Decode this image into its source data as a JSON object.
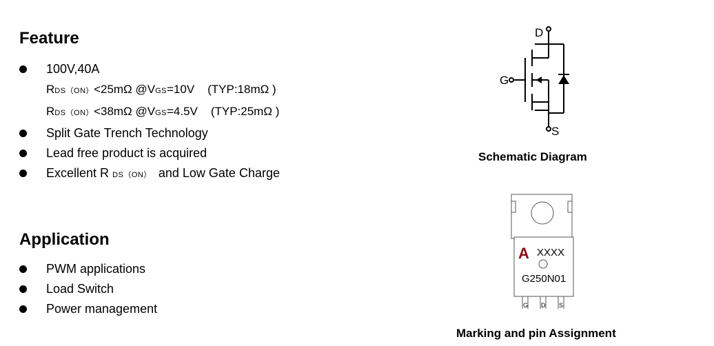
{
  "feature": {
    "heading": "Feature",
    "item1": "100V,40A",
    "rds1": {
      "r": "R",
      "sub": "DS（ON）",
      "val": "<25mΩ @V",
      "gs": "GS",
      "cond": "=10V",
      "typ": "(TYP:18mΩ )"
    },
    "rds2": {
      "r": "R",
      "sub": "DS（ON）",
      "val": "<38mΩ @V",
      "gs": "GS",
      "cond": "=4.5V",
      "typ": "(TYP:25mΩ )"
    },
    "item2": "Split Gate Trench Technology",
    "item3": "Lead free product is acquired",
    "item4": {
      "pre": "Excellent R",
      "sub": "DS（ON）",
      "post": "and Low Gate Charge"
    }
  },
  "application": {
    "heading": "Application",
    "items": [
      "PWM applications",
      "Load Switch",
      "Power management"
    ]
  },
  "schematic": {
    "caption": "Schematic Diagram",
    "pin_d": "D",
    "pin_g": "G",
    "pin_s": "S"
  },
  "package": {
    "caption": "Marking and pin Assignment",
    "logo": "A",
    "lot": "XXXX",
    "part": "G250N01",
    "pins": [
      "G",
      "D",
      "S"
    ]
  }
}
